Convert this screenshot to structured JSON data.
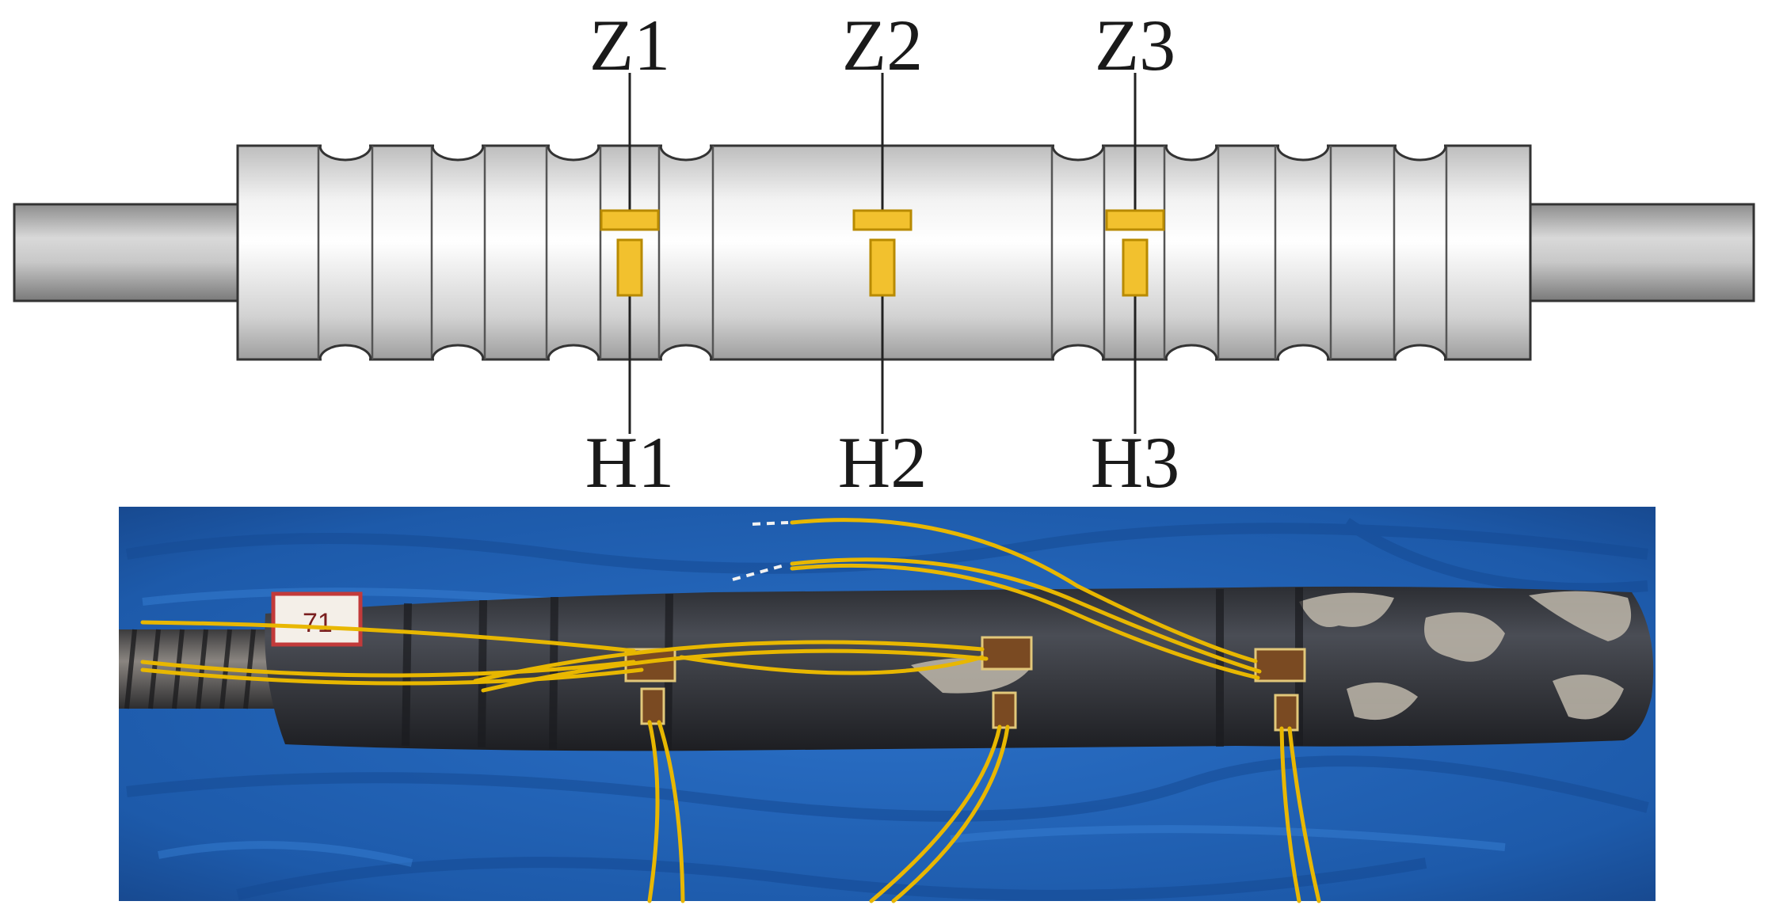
{
  "labels": {
    "z1": "Z1",
    "z2": "Z2",
    "z3": "Z3",
    "h1": "H1",
    "h2": "H2",
    "h3": "H3"
  },
  "colors": {
    "gauge": "#f2c12e",
    "gauge_stroke": "#b88a00",
    "wire": "#e8b700",
    "cloth": "#1f5fb4",
    "outline": "#333333"
  },
  "photo": {
    "label_fragment": "71"
  }
}
